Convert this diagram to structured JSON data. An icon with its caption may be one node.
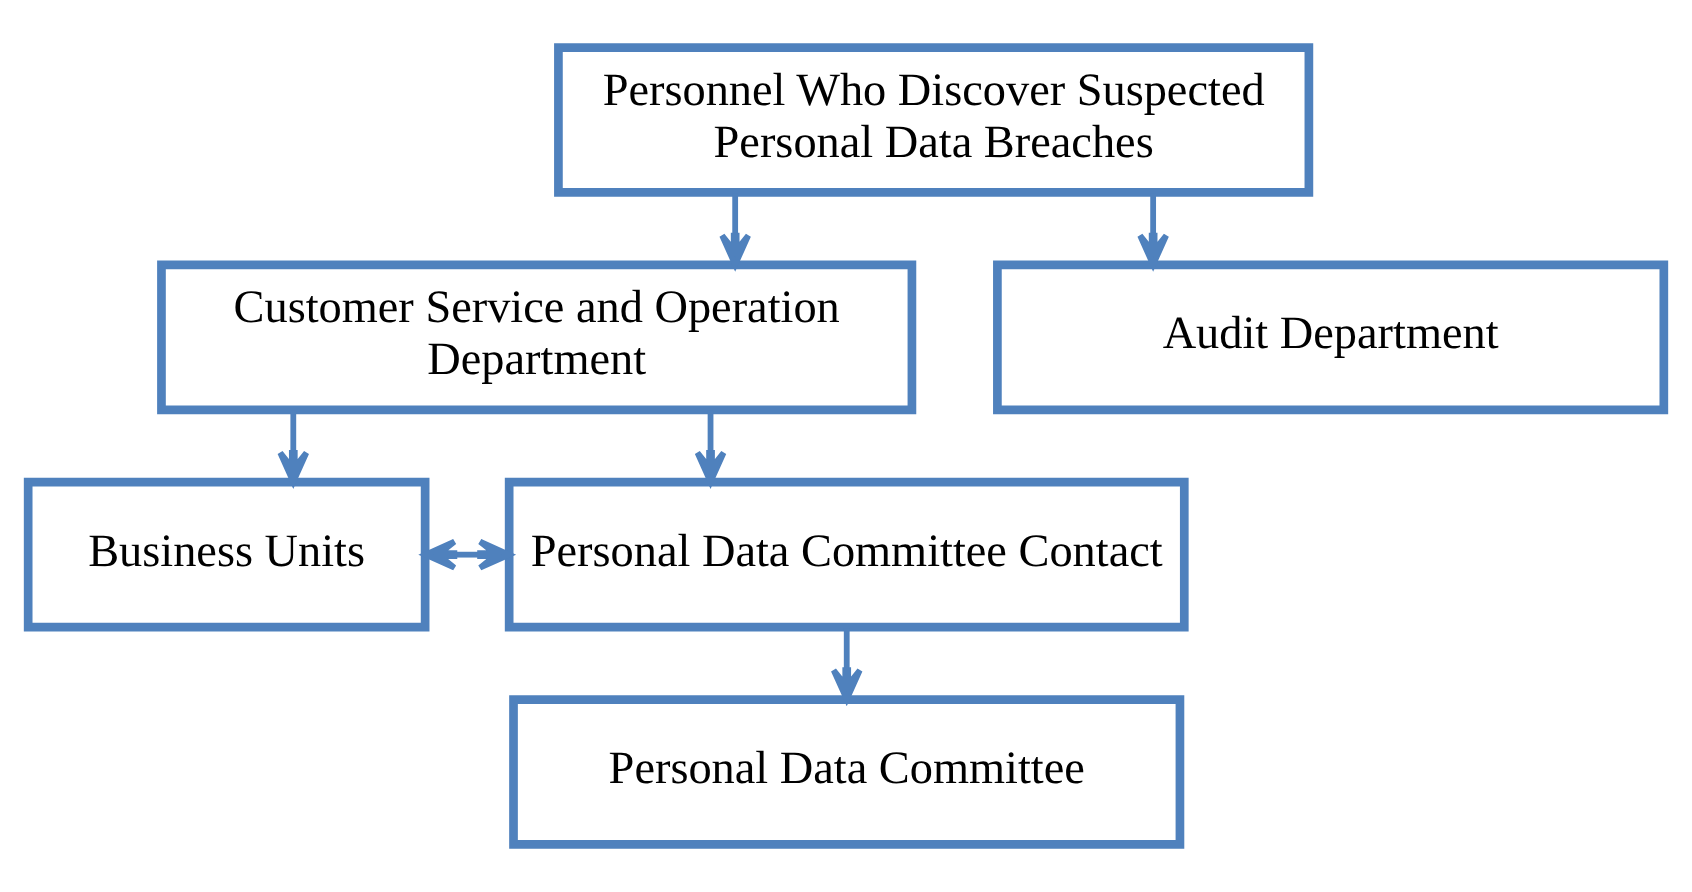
{
  "diagram": {
    "nodes": [
      {
        "text": [
          "Personnel Who Discover Suspected Personal Data Breaches"
        ]
      },
      {
        "text": [
          "Customer Service and Operation Department"
        ]
      },
      {
        "text": [
          "Audit Department"
        ]
      },
      {
        "text": [
          "Business Units"
        ]
      },
      {
        "text": [
          "Personal Data Committee Contact"
        ]
      },
      {
        "text": [
          "Personal Data Committee"
        ]
      }
    ],
    "edges": [
      {
        "from": 0,
        "to": 1,
        "arrow": "to"
      },
      {
        "from": 0,
        "to": 2,
        "arrow": "to"
      },
      {
        "from": 1,
        "to": 3,
        "arrow": "to"
      },
      {
        "from": 1,
        "to": 4,
        "arrow": "to"
      },
      {
        "from": 3,
        "to": 4,
        "arrow": "both"
      },
      {
        "from": 4,
        "to": 5,
        "arrow": "to"
      }
    ]
  }
}
